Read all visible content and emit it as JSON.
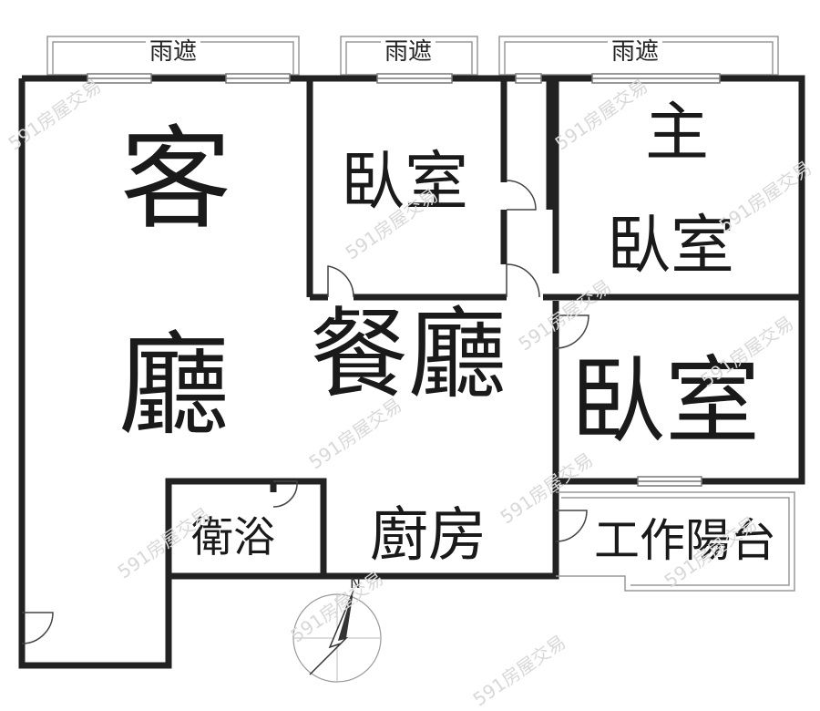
{
  "floorplan": {
    "canopies": [
      "雨遮",
      "雨遮",
      "雨遮"
    ],
    "rooms": {
      "living_room": [
        "客",
        "廳"
      ],
      "bedroom_a": "臥室",
      "master_bedroom": [
        "主",
        "臥室"
      ],
      "dining_room": "餐廳",
      "bedroom_b": "臥室",
      "bathroom": "衛浴",
      "kitchen": "廚房",
      "service_balcony": "工作陽台"
    },
    "compass_label": "N",
    "watermark": "591房屋交易"
  }
}
